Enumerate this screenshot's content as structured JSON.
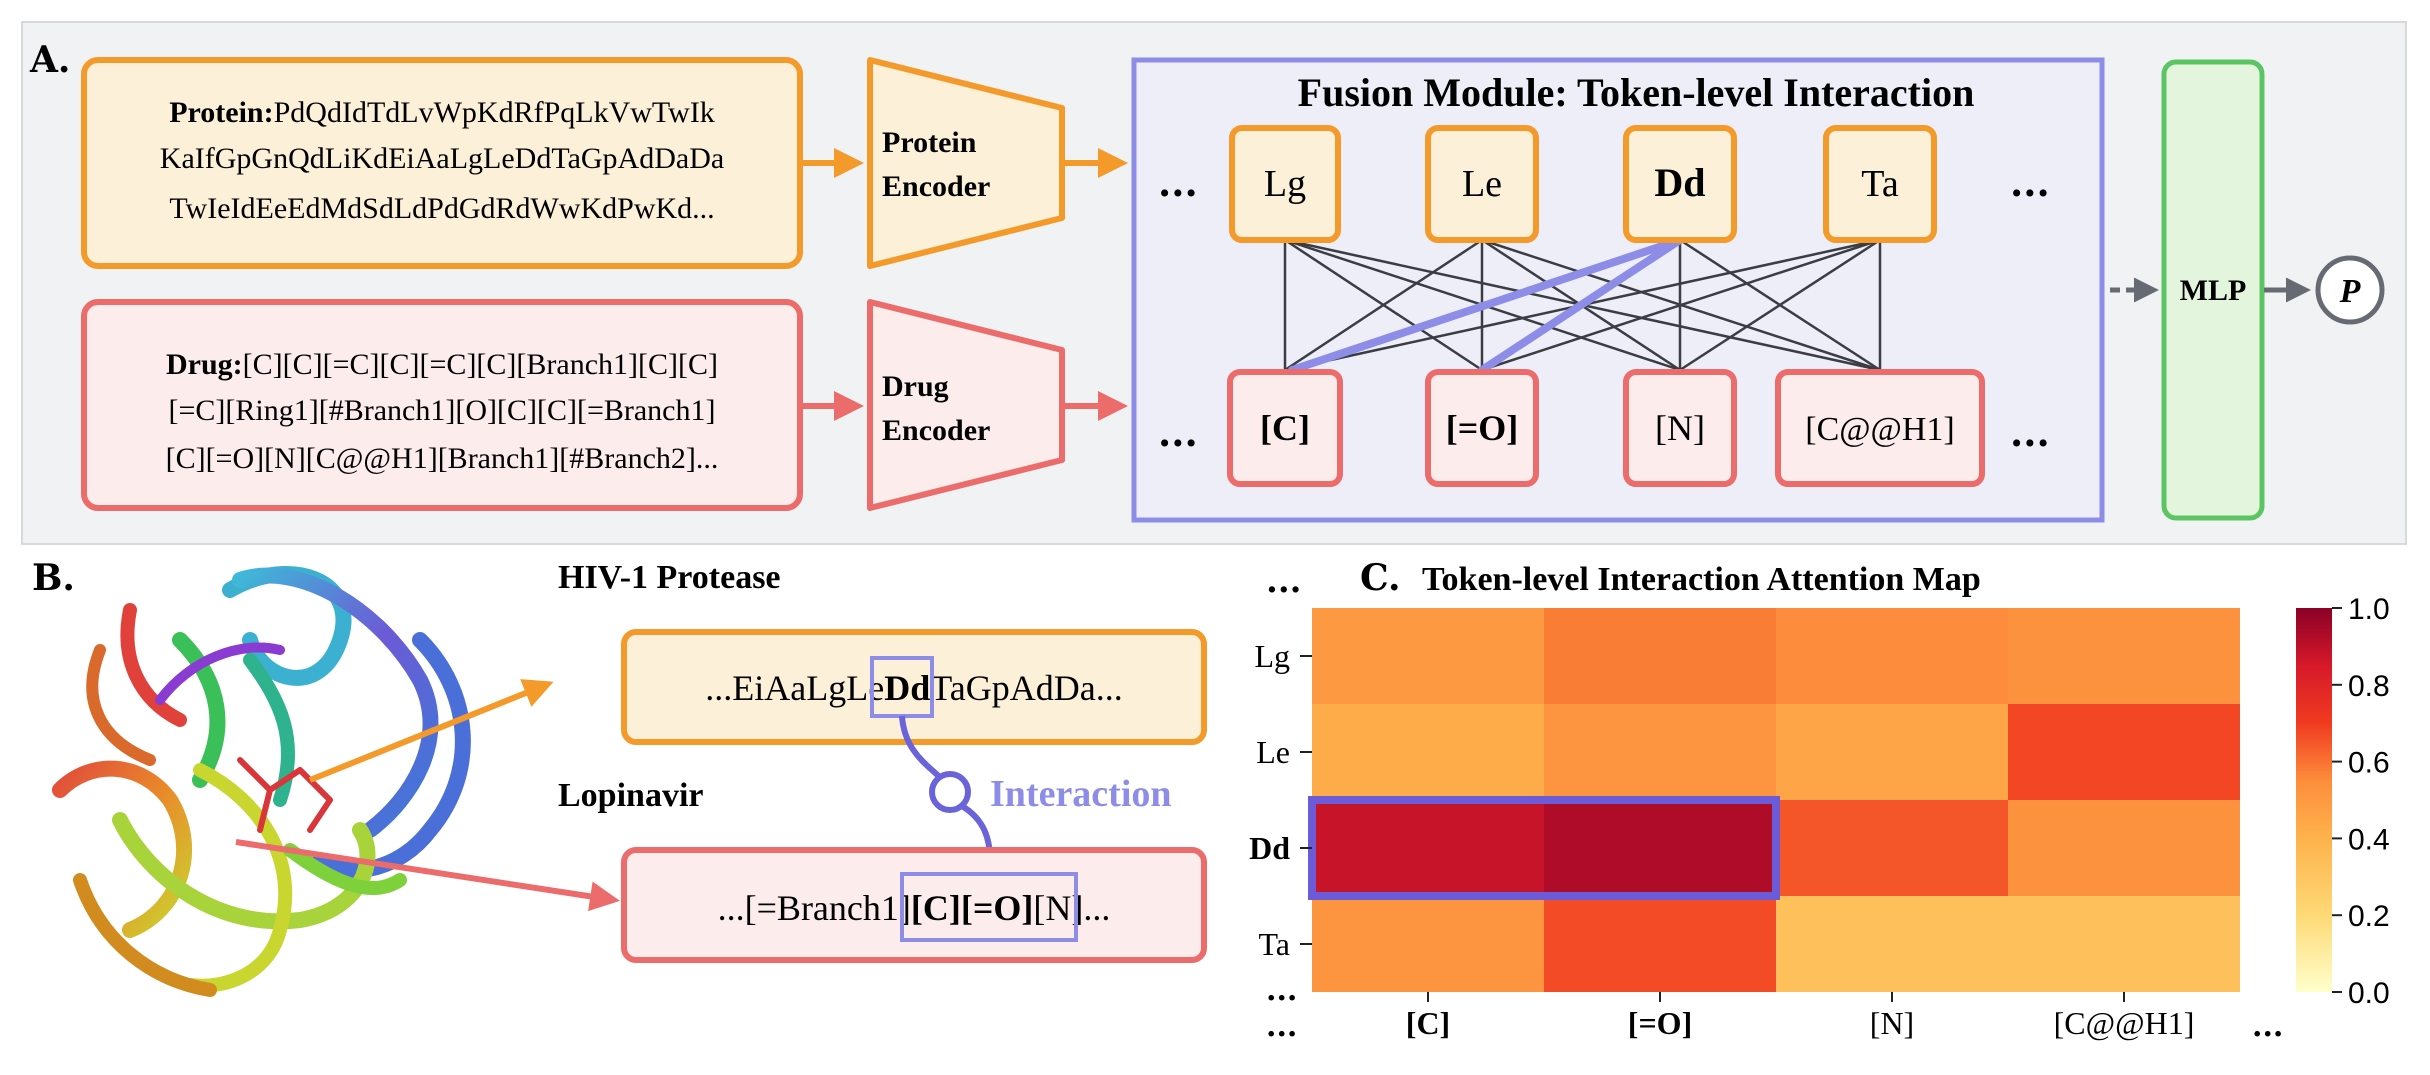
{
  "panelA": {
    "label": "A.",
    "protein": {
      "prefix": "Protein:",
      "line1": "PdQdIdTdLvWpKdRfPqLkVwTwIk",
      "line2": "KaIfGpGnQdLiKdEiAaLgLeDdTaGpAdDaDa",
      "line3": "TwIeIdEeEdMdSdLdPdGdRdWwKdPwKd..."
    },
    "drug": {
      "prefix": "Drug:",
      "line1": "[C][C][=C][C][=C][C][Branch1][C][C]",
      "line2": "[=C][Ring1][#Branch1][O][C][C][=Branch1]",
      "line3": "[C][=O][N][C@@H1][Branch1][#Branch2]..."
    },
    "protein_encoder": {
      "line1": "Protein",
      "line2": "Encoder"
    },
    "drug_encoder": {
      "line1": "Drug",
      "line2": "Encoder"
    },
    "fusion_title": "Fusion Module: Token-level Interaction",
    "ellipsis": "...",
    "protein_tokens": [
      "Lg",
      "Le",
      "Dd",
      "Ta"
    ],
    "drug_tokens": [
      "[C]",
      "[=O]",
      "[N]",
      "[C@@H1]"
    ],
    "mlp": "MLP",
    "output": "P"
  },
  "panelB": {
    "label": "B.",
    "protein_name": "HIV-1 Protease",
    "drug_name": "Lopinavir",
    "protein_seq": {
      "pre": "...EiAaLgLe",
      "highlight": "Dd",
      "post": "TaGpAdDa..."
    },
    "drug_seq": {
      "pre": "...[=Branch1]",
      "highlight": "[C][=O]",
      "post": "[N]..."
    },
    "interaction": "Interaction"
  },
  "panelC": {
    "label": "C.",
    "title": "Token-level Interaction Attention Map",
    "ellipsis": "..."
  },
  "colors": {
    "orange": "#f39a2b",
    "orange_fill": "#fdf0d9",
    "red": "#ec6b6b",
    "red_fill": "#fcecec",
    "purple": "#8d8de8",
    "green": "#5cc563",
    "green_fill": "#e3f6dd"
  },
  "chart_data": {
    "type": "heatmap",
    "title": "Token-level Interaction Attention Map",
    "rows": [
      "Lg",
      "Le",
      "Dd",
      "Ta"
    ],
    "columns": [
      "[C]",
      "[=O]",
      "[N]",
      "[C@@H1]"
    ],
    "values": [
      [
        0.5,
        0.58,
        0.55,
        0.53
      ],
      [
        0.43,
        0.52,
        0.45,
        0.68
      ],
      [
        0.88,
        0.93,
        0.65,
        0.53
      ],
      [
        0.52,
        0.67,
        0.33,
        0.33
      ]
    ],
    "colorbar": {
      "min": 0.0,
      "max": 1.0,
      "ticks": [
        "0.0",
        "0.2",
        "0.4",
        "0.6",
        "0.8",
        "1.0"
      ]
    },
    "highlighted_row": "Dd",
    "highlighted_columns": [
      "[C]",
      "[=O]"
    ]
  }
}
